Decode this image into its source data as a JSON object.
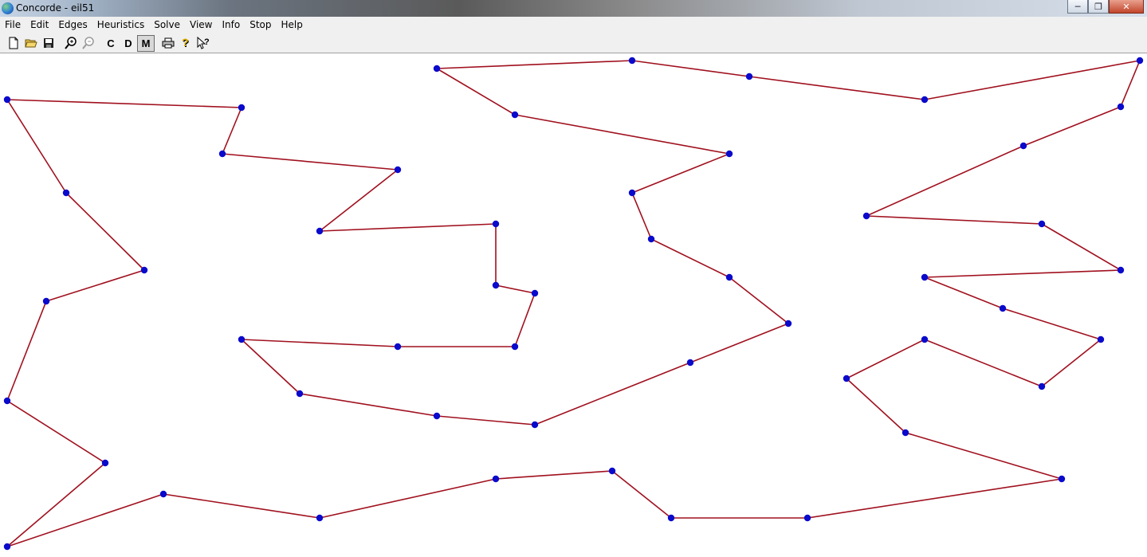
{
  "window": {
    "title": "Concorde - eil51",
    "minimize_icon": "minimize-icon",
    "maximize_icon": "maximize-icon",
    "close_icon": "close-icon"
  },
  "menu": {
    "items": [
      "File",
      "Edit",
      "Edges",
      "Heuristics",
      "Solve",
      "View",
      "Info",
      "Stop",
      "Help"
    ]
  },
  "toolbar": {
    "buttons": [
      {
        "name": "new-icon",
        "label": ""
      },
      {
        "name": "open-icon",
        "label": ""
      },
      {
        "name": "save-icon",
        "label": ""
      },
      {
        "name": "zoom-in-icon",
        "label": ""
      },
      {
        "name": "zoom-out-icon",
        "label": ""
      },
      {
        "name": "c-button",
        "label": "C"
      },
      {
        "name": "d-button",
        "label": "D"
      },
      {
        "name": "m-button",
        "label": "M",
        "pressed": true
      },
      {
        "name": "print-icon",
        "label": ""
      },
      {
        "name": "help-icon",
        "label": ""
      },
      {
        "name": "context-help-icon",
        "label": ""
      }
    ]
  },
  "colors": {
    "edge": "#a0101e",
    "node": "#0a0acc",
    "canvas": "#ffffff"
  }
}
